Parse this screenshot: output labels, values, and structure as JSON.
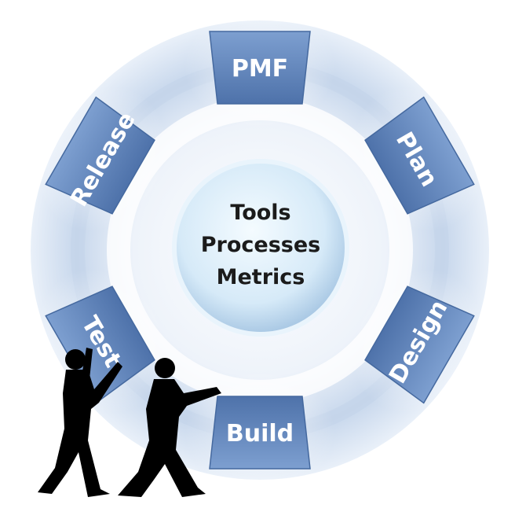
{
  "hub": {
    "lines": [
      "Tools",
      "Processes",
      "Metrics"
    ]
  },
  "stages": [
    {
      "id": "pmf",
      "label": "PMF"
    },
    {
      "id": "plan",
      "label": "Plan"
    },
    {
      "id": "design",
      "label": "Design"
    },
    {
      "id": "build",
      "label": "Build"
    },
    {
      "id": "test",
      "label": "Test"
    },
    {
      "id": "release",
      "label": "Release"
    }
  ],
  "colors": {
    "tile": "#6b8fc4",
    "tile_dark": "#4f74ad",
    "ring_light": "#e6eef8",
    "ring_mid": "#b9cde6",
    "hub": "#dcecf8",
    "silhouette": "#000000"
  }
}
